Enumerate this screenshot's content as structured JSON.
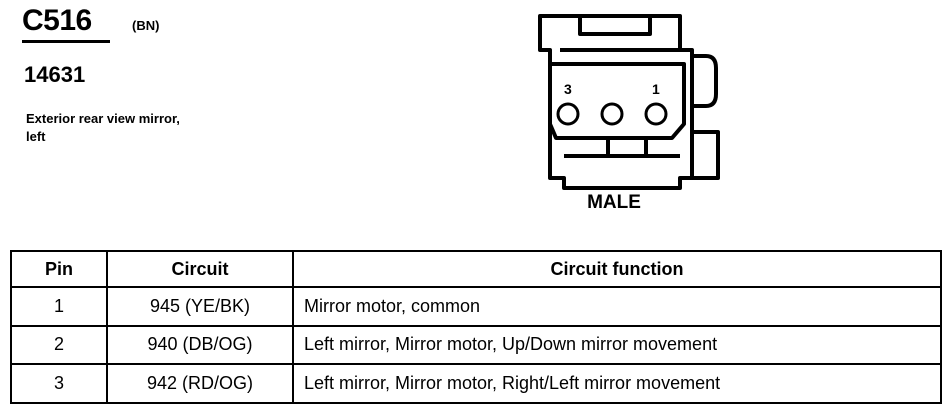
{
  "connector": {
    "id": "C516",
    "color_code": "(BN)",
    "part_number": "14631",
    "description": "Exterior rear view mirror, left",
    "gender": "MALE",
    "pin_labels": [
      "3",
      "1"
    ]
  },
  "table": {
    "headers": [
      "Pin",
      "Circuit",
      "Circuit function"
    ],
    "rows": [
      {
        "pin": "1",
        "circuit": "945 (YE/BK)",
        "function": "Mirror motor, common"
      },
      {
        "pin": "2",
        "circuit": "940 (DB/OG)",
        "function": "Left mirror, Mirror motor, Up/Down mirror movement"
      },
      {
        "pin": "3",
        "circuit": "942 (RD/OG)",
        "function": "Left mirror, Mirror motor, Right/Left mirror movement"
      }
    ]
  }
}
